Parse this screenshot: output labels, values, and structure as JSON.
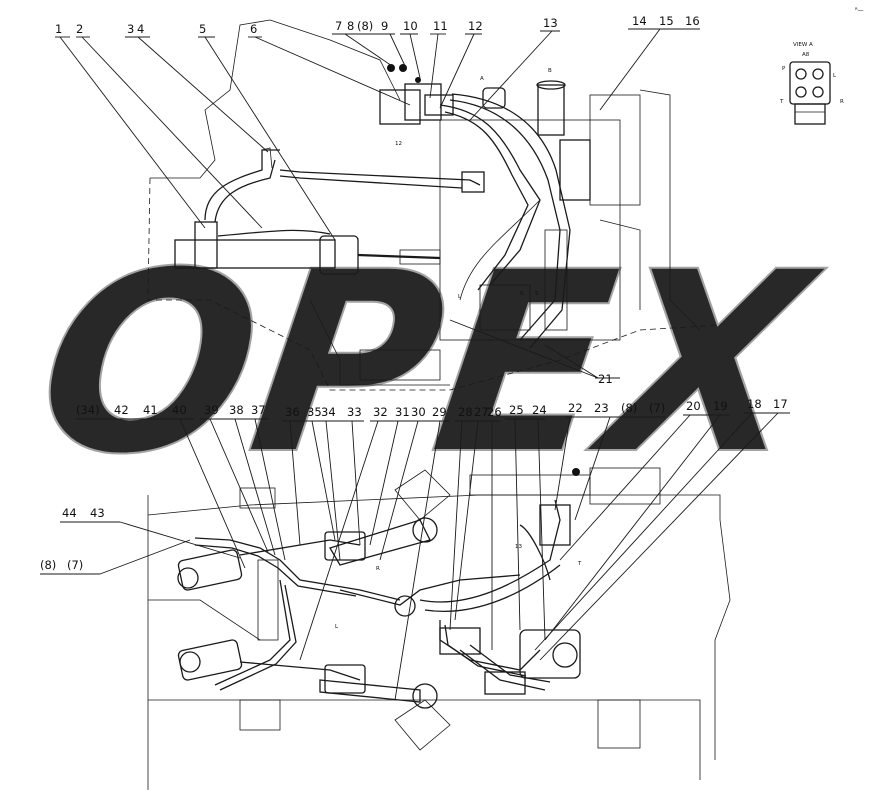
{
  "view_label": "VIEW A",
  "view_sub": "A8",
  "view_ports": [
    "L",
    "R",
    "P",
    "T"
  ],
  "corner_mark": "ᴿ—",
  "watermark": "OPEX",
  "hose_tags": [
    "A",
    "B",
    "12",
    "L",
    "R",
    "S",
    "13",
    "T",
    "R",
    "L"
  ],
  "callouts_top": [
    {
      "n": "1"
    },
    {
      "n": "2"
    },
    {
      "n": "3"
    },
    {
      "n": "4"
    },
    {
      "n": "5"
    },
    {
      "n": "6"
    },
    {
      "n": "7"
    },
    {
      "n": "8"
    },
    {
      "n": "(8)"
    },
    {
      "n": "9"
    },
    {
      "n": "10"
    },
    {
      "n": "11"
    },
    {
      "n": "12"
    },
    {
      "n": "13"
    },
    {
      "n": "14"
    },
    {
      "n": "15"
    },
    {
      "n": "16"
    }
  ],
  "callouts_mid": [
    {
      "n": "21"
    },
    {
      "n": "(34)"
    },
    {
      "n": "42"
    },
    {
      "n": "41"
    },
    {
      "n": "40"
    },
    {
      "n": "39"
    },
    {
      "n": "38"
    },
    {
      "n": "37"
    },
    {
      "n": "36"
    },
    {
      "n": "35"
    },
    {
      "n": "34"
    },
    {
      "n": "33"
    },
    {
      "n": "32"
    },
    {
      "n": "31"
    },
    {
      "n": "30"
    },
    {
      "n": "29"
    },
    {
      "n": "28"
    },
    {
      "n": "27"
    },
    {
      "n": "26"
    },
    {
      "n": "25"
    },
    {
      "n": "24"
    },
    {
      "n": "22"
    },
    {
      "n": "23"
    },
    {
      "n": "(8)"
    },
    {
      "n": "(7)"
    },
    {
      "n": "20"
    },
    {
      "n": "19"
    },
    {
      "n": "18"
    },
    {
      "n": "17"
    }
  ],
  "callouts_left": [
    {
      "n": "44"
    },
    {
      "n": "43"
    },
    {
      "n": "(8)"
    },
    {
      "n": "(7)"
    }
  ]
}
